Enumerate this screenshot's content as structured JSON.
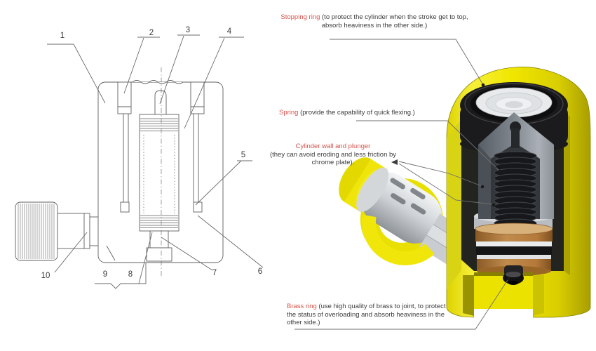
{
  "diagram": {
    "left_view": {
      "callouts": [
        "1",
        "2",
        "3",
        "4",
        "5",
        "6",
        "7",
        "8",
        "9",
        "10"
      ]
    },
    "annotations": {
      "stopping_ring": {
        "term": "Stopping ring",
        "desc": "(to protect the cylinder when the stroke get to top, absorb heaviness in the other side.)"
      },
      "spring": {
        "term": "Spring",
        "desc": "(provide the capability of quick flexing.)"
      },
      "cylinder_wall": {
        "term": "Cylinder wall and plunger",
        "desc": "(they can avoid eroding and less friction by chrome plate)."
      },
      "brass_ring": {
        "term": "Brass ring",
        "desc": "(use high quality of brass to joint, to protect the status of overloading and absorb heaviness in the other side.)"
      }
    },
    "colors": {
      "annotation_red": "#d7524a",
      "text_black": "#3c3c3c",
      "cylinder_yellow": "#f0e700",
      "cut_face_yellow": "#d8d414",
      "brass": "#b5793a",
      "plunger_gray": "#8a9097",
      "rubber_black": "#1b1b1d",
      "drawing_line_gray": "#5f5f5f"
    }
  }
}
